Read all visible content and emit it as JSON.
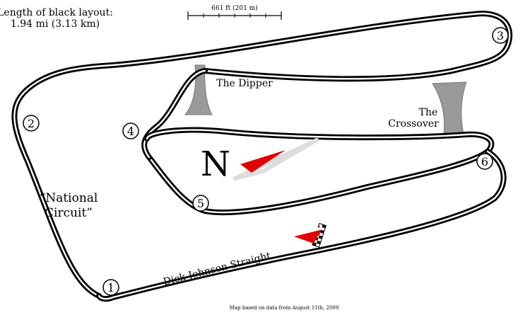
{
  "map": {
    "length_title": "Length of black layout:",
    "length_value": "1.94 mi (3.13 km)",
    "scale_label": "661 ft (201 m)",
    "north_label": "N",
    "dipper_label": "The Dipper",
    "crossover_label_1": "The",
    "crossover_label_2": "Crossover",
    "national_label_1": "“National",
    "national_label_2": "Circuit”",
    "straight_label": "Dick Johnson Straight",
    "footer_label": "Map based on data from August 11th, 2009",
    "corners": [
      "1",
      "2",
      "3",
      "4",
      "5",
      "6"
    ],
    "colors": {
      "track": "#000000",
      "background": "#ffffff",
      "crossing": "#999999",
      "north_arrow": "#e00000",
      "start_flag_red": "#e00000"
    }
  }
}
